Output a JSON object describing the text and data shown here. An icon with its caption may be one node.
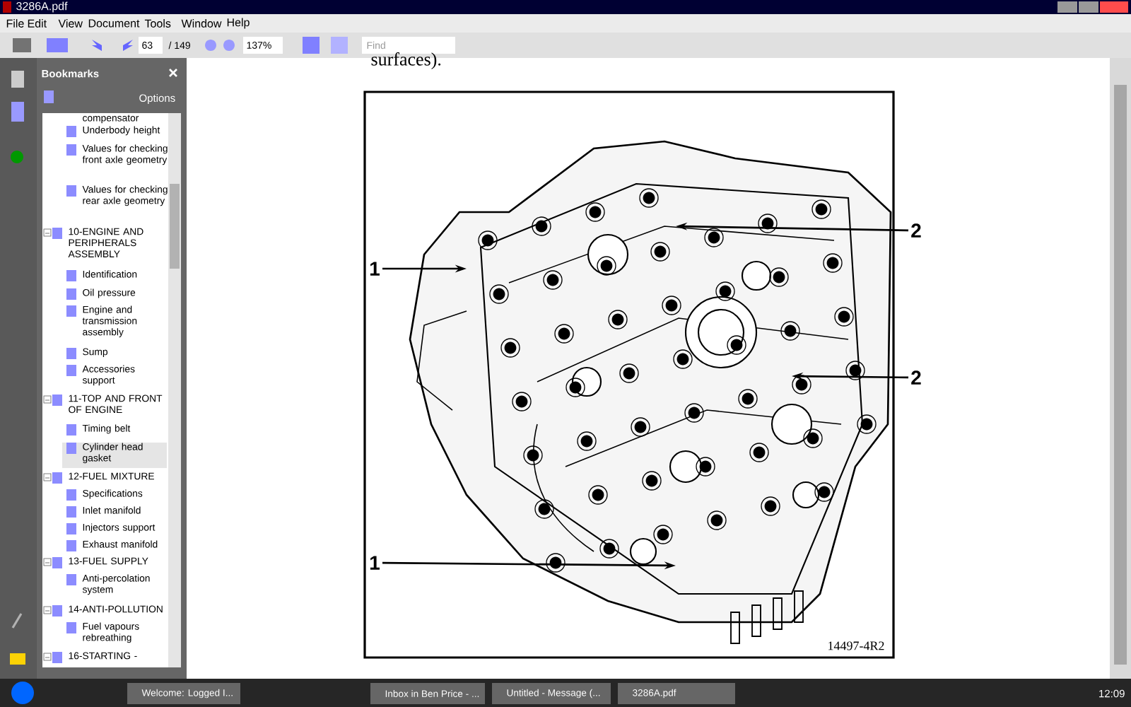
{
  "diagram": {
    "nodes": [
      {
        "text": [
          "1"
        ]
      },
      {
        "text": [
          "2"
        ]
      },
      {
        "text": [
          "2"
        ]
      },
      {
        "text": [
          "1"
        ]
      },
      {
        "text": [],
        "shape": "picture"
      }
    ],
    "edges": [
      {
        "from": 0,
        "to": 4,
        "arrow": "to"
      },
      {
        "from": 1,
        "to": 4,
        "arrow": "to"
      },
      {
        "from": 2,
        "to": 4,
        "arrow": "to"
      },
      {
        "from": 3,
        "to": 4,
        "arrow": "to"
      }
    ],
    "labels": [
      "3286A.pdf",
      "File",
      "Edit",
      "View",
      "Document",
      "Tools",
      "Window",
      "Help",
      "63",
      "/ 149",
      "137%",
      "Find",
      "Bookmarks",
      "Options",
      "compensator",
      "Underbody height",
      "Values for checking front axle geometry",
      "Values for checking rear axle geometry",
      "10-ENGINE AND PERIPHERALS ASSEMBLY",
      "Identification",
      "Oil pressure",
      "Engine and transmission assembly",
      "Sump",
      "Accessories support",
      "11-TOP AND FRONT OF ENGINE",
      "Timing belt",
      "Cylinder head gasket",
      "12-FUEL MIXTURE",
      "Specifications",
      "Inlet manifold",
      "Injectors support",
      "Exhaust manifold",
      "13-FUEL SUPPLY",
      "Anti-percolation system",
      "14-ANTI-POLLUTION",
      "Fuel vapours rebreathing",
      "16-STARTING -",
      "surfaces).",
      "14497-4R2",
      "Welcome: Logged I...",
      "Inbox in Ben Price - ...",
      "Untitled - Message (...",
      "3286A.pdf",
      "12:09"
    ]
  }
}
